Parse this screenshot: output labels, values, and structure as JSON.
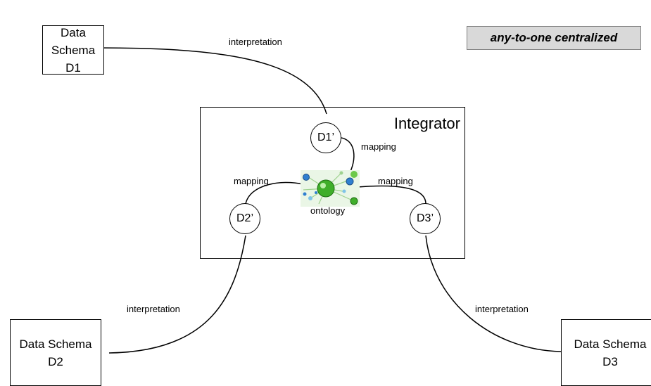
{
  "badge": {
    "text": "any-to-one centralized"
  },
  "integrator": {
    "title": "Integrator"
  },
  "schemas": {
    "d1": {
      "line1": "Data Schema",
      "line2": "D1"
    },
    "d2": {
      "line1": "Data Schema",
      "line2": "D2"
    },
    "d3": {
      "line1": "Data Schema",
      "line2": "D3"
    }
  },
  "nodes": {
    "d1p": "D1’",
    "d2p": "D2’",
    "d3p": "D3’"
  },
  "ontology": {
    "label": "ontology"
  },
  "edges": {
    "interp_d1": "interpretation",
    "interp_d2": "interpretation",
    "interp_d3": "interpretation",
    "map_d1": "mapping",
    "map_d2": "mapping",
    "map_d3": "mapping"
  },
  "colors": {
    "ontology_green": "#3fae2a",
    "ontology_blue": "#2f7fd0",
    "badge_fill": "#d9d9d9"
  }
}
